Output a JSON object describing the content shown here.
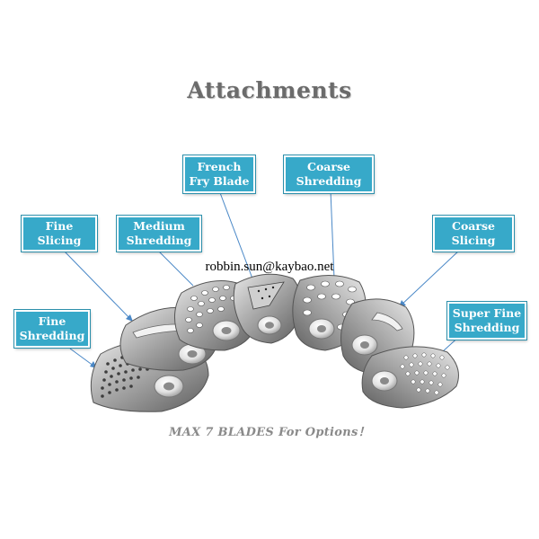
{
  "title": "Attachments",
  "email": "robbin.sun@kaybao.net",
  "tagline": "MAX 7 BLADES For Options！",
  "labels": {
    "fine_shredding": "Fine\nShredding",
    "fine_slicing": "Fine\nSlicing",
    "medium_shredding": "Medium\nShredding",
    "french_fry": "French\nFry Blade",
    "coarse_shredding": "Coarse\nShredding",
    "coarse_slicing": "Coarse\nSlicing",
    "super_fine": "Super Fine\nShredding"
  },
  "colors": {
    "label_fill": "#37a9c9",
    "pointer_line": "#4a88c7",
    "blade_metal": "#9a9a9a",
    "title_gray": "#6b6b6b"
  }
}
